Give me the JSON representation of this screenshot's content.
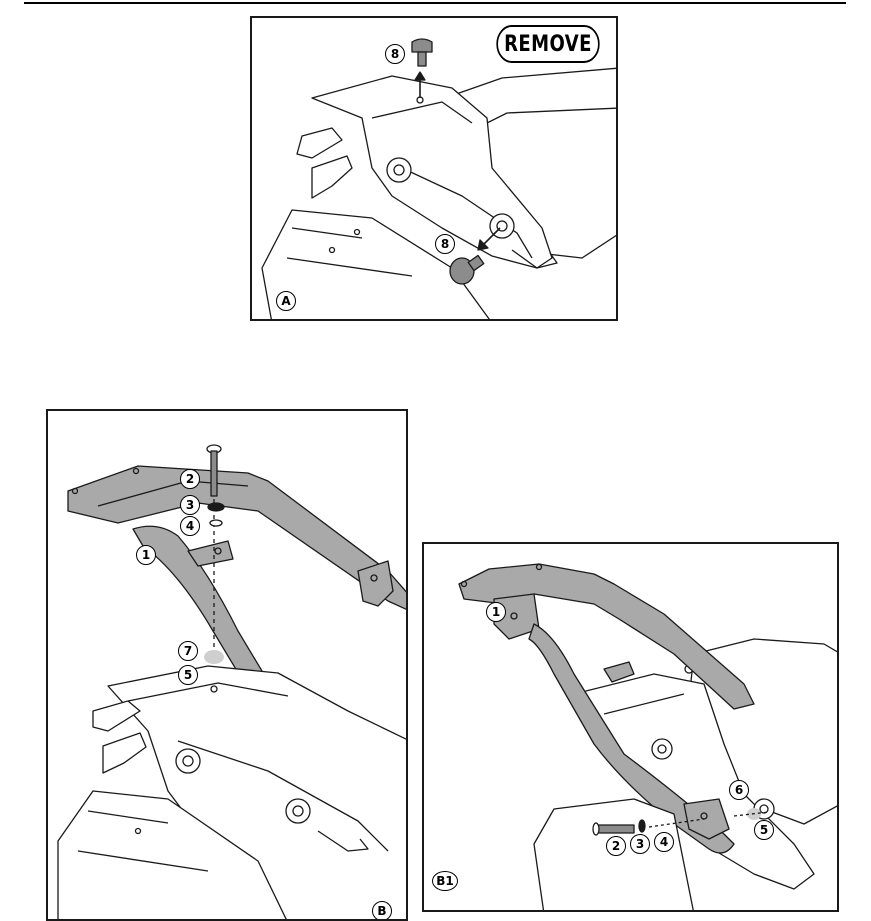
{
  "panels": {
    "a": {
      "label": "A",
      "badge": "REMOVE",
      "callouts": [
        "8",
        "8"
      ]
    },
    "b": {
      "label": "B",
      "callouts": [
        "2",
        "3",
        "4",
        "1",
        "7",
        "5"
      ]
    },
    "b1": {
      "label": "B1",
      "callouts": [
        "1",
        "6",
        "5",
        "2",
        "3",
        "4"
      ]
    }
  },
  "colors": {
    "line": "#1a1a1a",
    "rack_fill": "#a9a9a9",
    "body_fill": "#ffffff",
    "grey_part": "#8c8c8c"
  },
  "icons": [
    "motorcycle-tail-drawing",
    "rack-drawing",
    "bolt-icon",
    "washer-icon"
  ]
}
